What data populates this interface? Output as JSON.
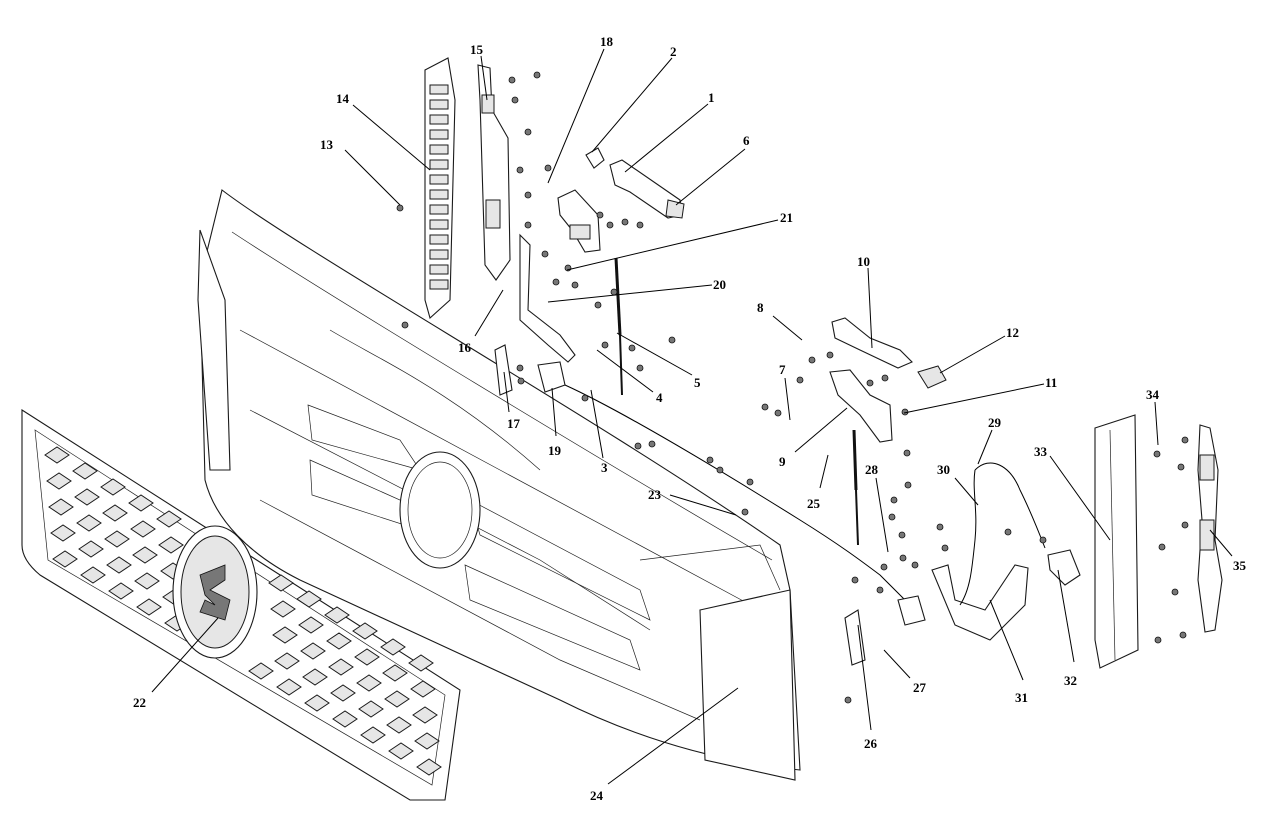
{
  "callouts": [
    "1",
    "2",
    "3",
    "4",
    "5",
    "6",
    "7",
    "8",
    "9",
    "10",
    "11",
    "12",
    "13",
    "14",
    "15",
    "16",
    "17",
    "18",
    "19",
    "20",
    "21",
    "22",
    "23",
    "24",
    "25",
    "26",
    "27",
    "28",
    "29",
    "30",
    "31",
    "32",
    "33",
    "34",
    "35"
  ],
  "parts": [
    "grille",
    "emblem",
    "front-panel",
    "bumper-corner",
    "air-deflector-left",
    "mounting-bracket-left",
    "handle-left",
    "handle-right",
    "cap-right",
    "latch-left",
    "latch-right",
    "gas-strut-left",
    "gas-strut-right",
    "release-cable",
    "side-trim",
    "mounting-bracket-right",
    "lock-bracket",
    "cable-guide"
  ]
}
